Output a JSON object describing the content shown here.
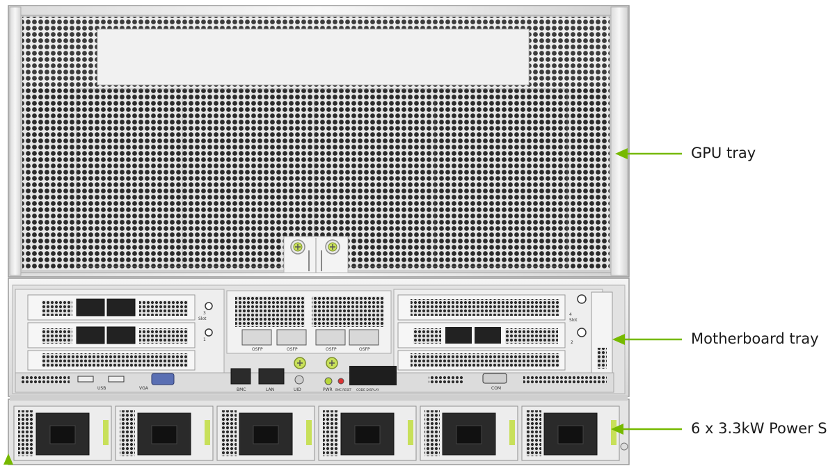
{
  "callouts": {
    "gpu_tray": "GPU tray",
    "motherboard_tray": "Motherboard tray",
    "power_supplies": "6 x 3.3kW Power S"
  },
  "port_labels": {
    "usb": "USB",
    "vga": "VGA",
    "bmc": "BMC",
    "lan": "LAN",
    "uid": "UID",
    "pwr": "PWR",
    "bmc_reset": "BMC RESET",
    "code_display": "CODE DISPLAY",
    "com": "COM",
    "slot": "Slot",
    "slot_4": "4",
    "slot_3": "3",
    "slot_1": "1",
    "slot_2": "2",
    "osfp": "OSFP"
  },
  "icons": {
    "arrow": "arrow-left-icon",
    "thumbscrew": "thumbscrew-icon"
  },
  "colors": {
    "arrow": "#76b900",
    "accent_green": "#c8e05a",
    "chassis_silver": "#e8e8e8",
    "mesh_dark": "#3a3a3a",
    "text": "#1a1a1a"
  },
  "power_supply_count": 6
}
